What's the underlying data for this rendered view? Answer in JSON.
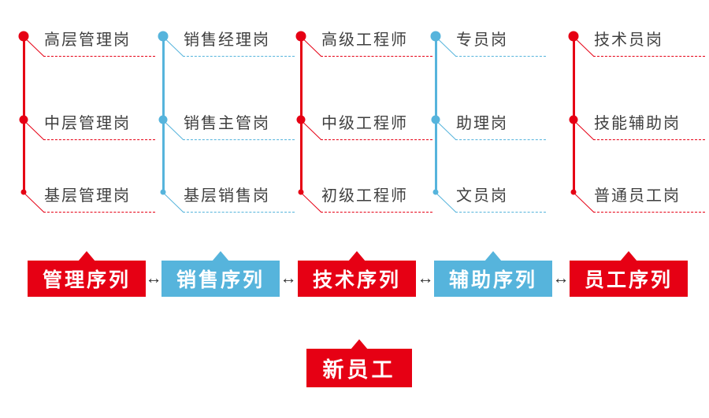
{
  "colors": {
    "red": "#e60014",
    "blue": "#56b4dc",
    "arrow": "#333333",
    "text": "#3f3f3f"
  },
  "columns": [
    {
      "color": "red",
      "items": [
        "高层管理岗",
        "中层管理岗",
        "基层管理岗"
      ]
    },
    {
      "color": "blue",
      "items": [
        "销售经理岗",
        "销售主管岗",
        "基层销售岗"
      ]
    },
    {
      "color": "red",
      "items": [
        "高级工程师",
        "中级工程师",
        "初级工程师"
      ]
    },
    {
      "color": "blue",
      "items": [
        "专员岗",
        "助理岗",
        "文员岗"
      ]
    },
    {
      "color": "red",
      "items": [
        "技术员岗",
        "技能辅助岗",
        "普通员工岗"
      ]
    }
  ],
  "series_row": {
    "banners": [
      {
        "label": "管理序列",
        "color": "red"
      },
      {
        "label": "销售序列",
        "color": "blue"
      },
      {
        "label": "技术序列",
        "color": "red"
      },
      {
        "label": "辅助序列",
        "color": "blue"
      },
      {
        "label": "员工序列",
        "color": "red"
      }
    ],
    "separator": "↔"
  },
  "entry": {
    "label": "新员工",
    "color": "red"
  }
}
